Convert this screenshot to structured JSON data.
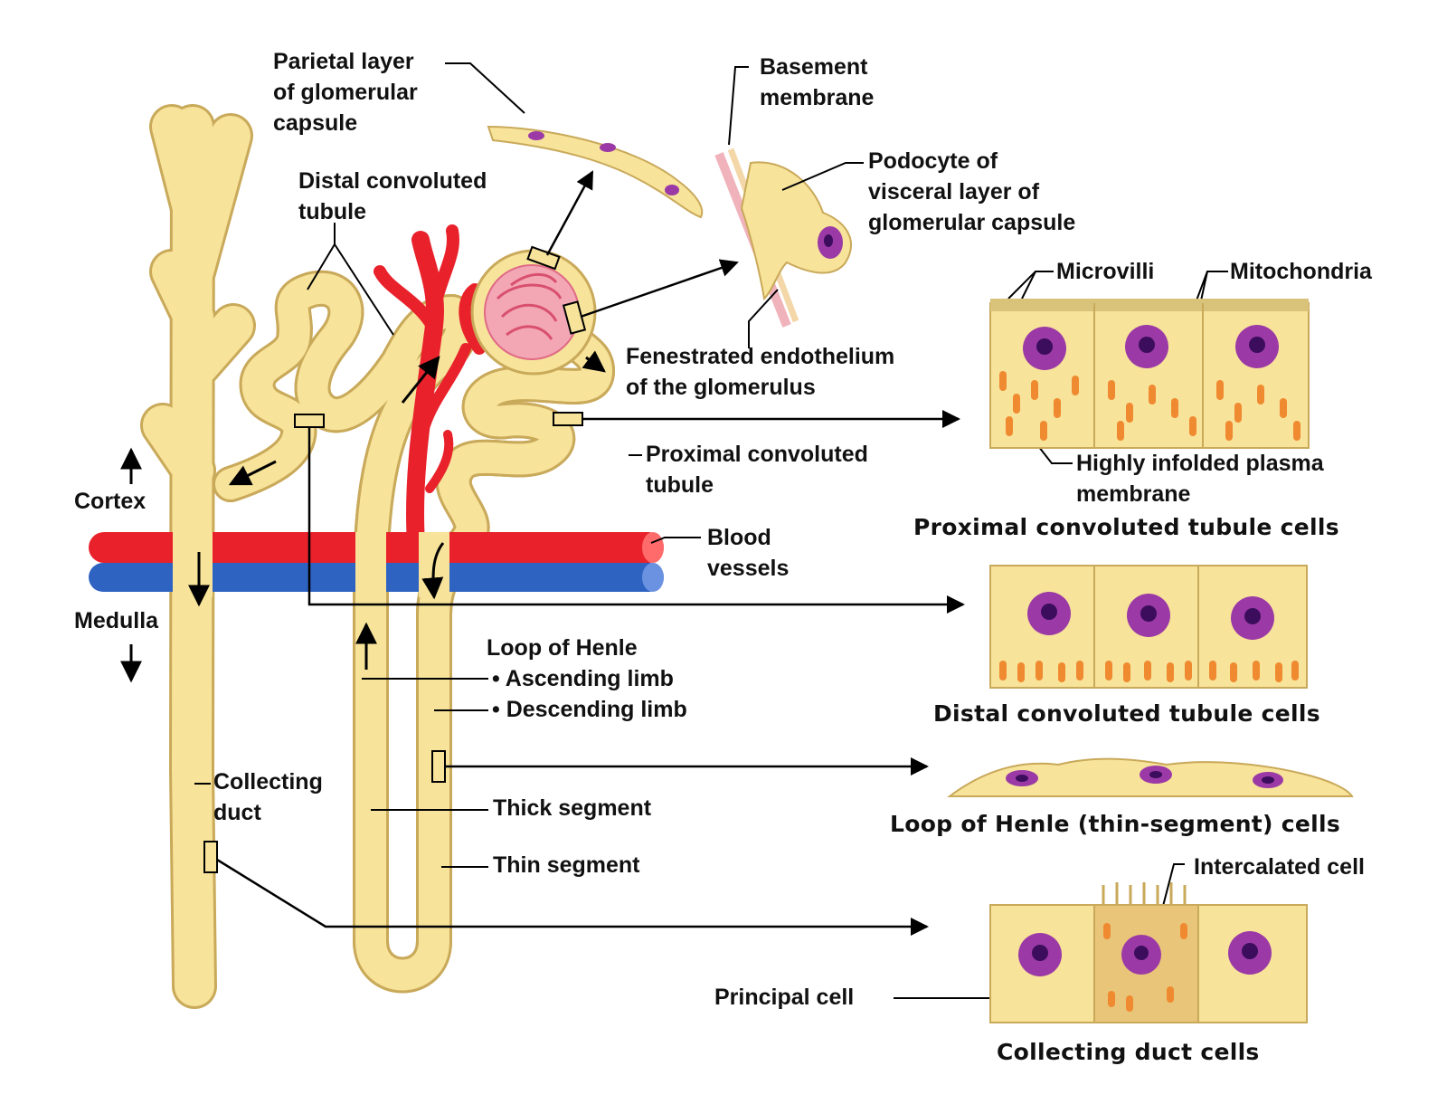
{
  "colors": {
    "tubule_fill": "#f7e39a",
    "tubule_stroke": "#c9a95a",
    "artery": "#e8212b",
    "vein": "#2f63c2",
    "glomerulus": "#f3a7b5",
    "nucleus": "#9b3aa6",
    "nucleolus": "#3c0d5c",
    "mitochondria": "#f08a30",
    "line": "#000000"
  },
  "labels": {
    "parietal": [
      "Parietal layer",
      "of glomerular",
      "capsule"
    ],
    "basement": [
      "Basement",
      "membrane"
    ],
    "podocyte": [
      "Podocyte of",
      "visceral layer of",
      "glomerular capsule"
    ],
    "distal": [
      "Distal convoluted",
      "tubule"
    ],
    "microvilli": "Microvilli",
    "mitochondria": "Mitochondria",
    "fenestrated": [
      "Fenestrated endothelium",
      "of the glomerulus"
    ],
    "infolded": [
      "Highly infolded plasma",
      "membrane"
    ],
    "proximal": [
      "Proximal convoluted",
      "tubule"
    ],
    "cortex": "Cortex",
    "blood_vessels": [
      "Blood",
      "vessels"
    ],
    "medulla": "Medulla",
    "loop": [
      "Loop of Henle",
      "• Ascending limb",
      "• Descending limb"
    ],
    "collecting": [
      "Collecting",
      "duct"
    ],
    "thick": "Thick segment",
    "thin": "Thin segment",
    "intercalated": "Intercalated cell",
    "principal": "Principal cell"
  },
  "captions": {
    "pct": "Proximal convoluted tubule cells",
    "dct": "Distal convoluted tubule cells",
    "loh": "Loop of Henle (thin-segment) cells",
    "cd": "Collecting duct cells"
  }
}
